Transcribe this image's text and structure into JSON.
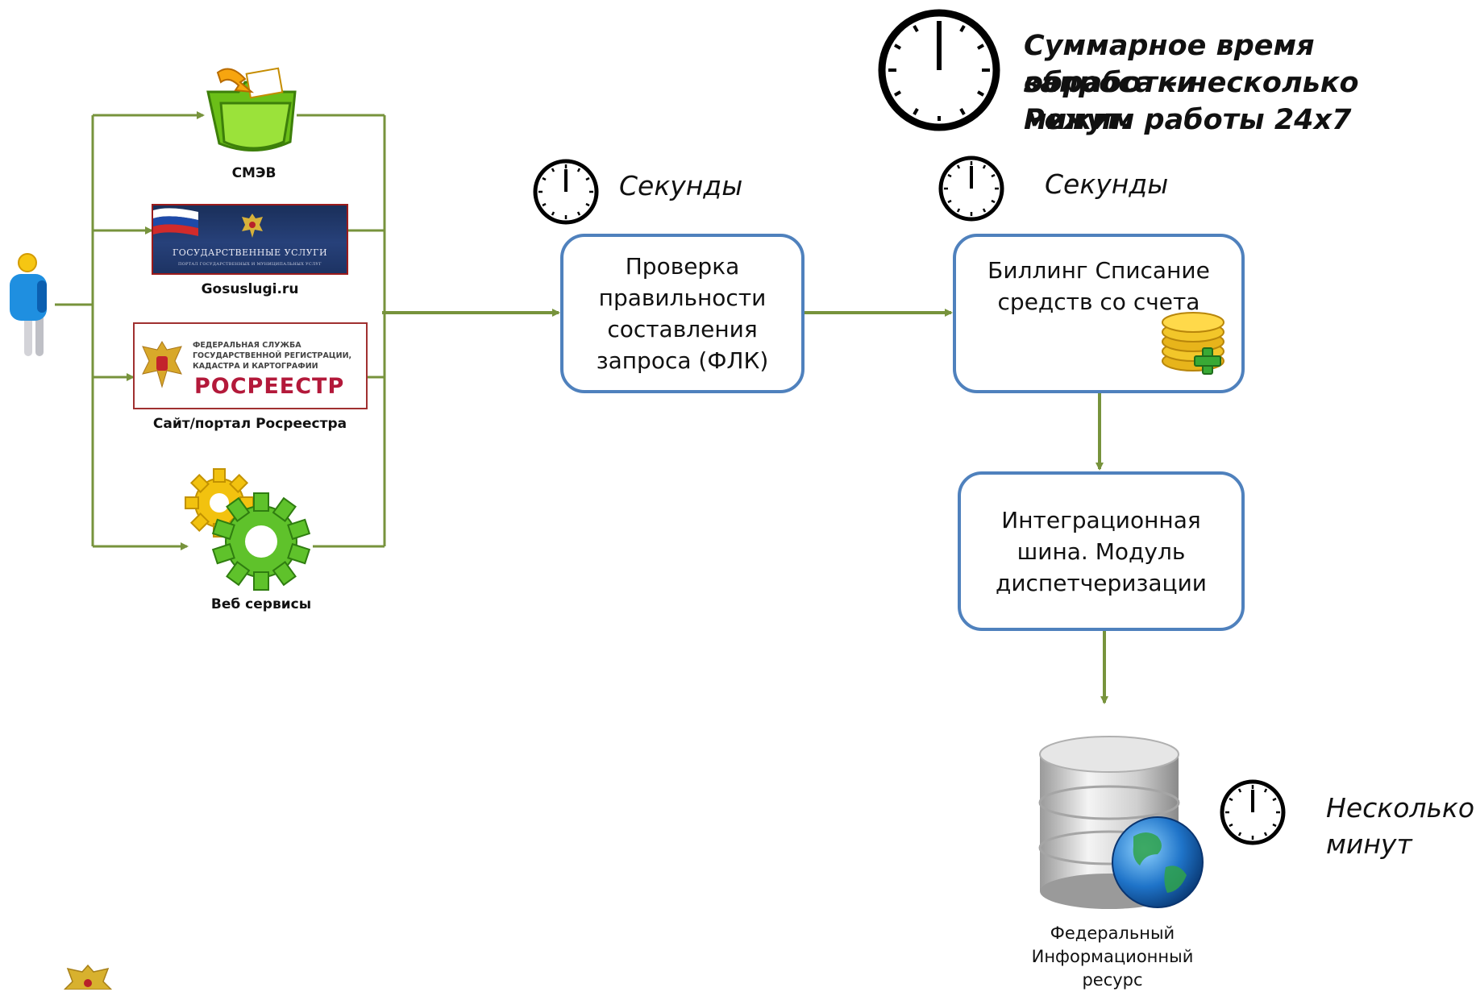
{
  "sources": [
    {
      "id": "smev",
      "caption": "СМЭВ",
      "icon": "green-folder-icon"
    },
    {
      "id": "gosuslugi",
      "caption": "Gosuslugi.ru",
      "banner_title": "ГОСУДАРСТВЕННЫЕ УСЛУГИ",
      "banner_subtitle": "ПОРТАЛ ГОСУДАРСТВЕННЫХ И МУНИЦИПАЛЬНЫХ УСЛУГ",
      "icon": "gosuslugi-banner-icon"
    },
    {
      "id": "rosreestr",
      "caption": "Сайт/портал Росреестра",
      "logo_line1": "ФЕДЕРАЛЬНАЯ СЛУЖБА",
      "logo_line2": "ГОСУДАРСТВЕННОЙ РЕГИСТРАЦИИ,",
      "logo_line3": "КАДАСТРА И КАРТОГРАФИИ",
      "logo_name": "РОСРЕЕСТР",
      "icon": "rosreestr-logo-icon"
    },
    {
      "id": "webservices",
      "caption": "Веб сервисы",
      "icon": "gears-icon"
    }
  ],
  "steps": [
    {
      "id": "flk",
      "text": "Проверка правильности составления запроса (ФЛК)",
      "time": "Секунды"
    },
    {
      "id": "billing",
      "text": "Биллинг Списание средств со счета",
      "time": "Секунды"
    },
    {
      "id": "bus",
      "text": "Интеграционная шина. Модуль диспетчеризации"
    }
  ],
  "resource": {
    "caption": "Федеральный Информационный ресурс",
    "time_line1": "Несколько",
    "time_line2": "минут"
  },
  "summary": {
    "line1": "Суммарное время обработки",
    "line2": "запроса – несколько минут.",
    "line3": "Режим работы 24х7"
  },
  "colors": {
    "arrow": "#77933c",
    "box_border": "#4f81bd",
    "rosreestr_red": "#b3193a"
  }
}
